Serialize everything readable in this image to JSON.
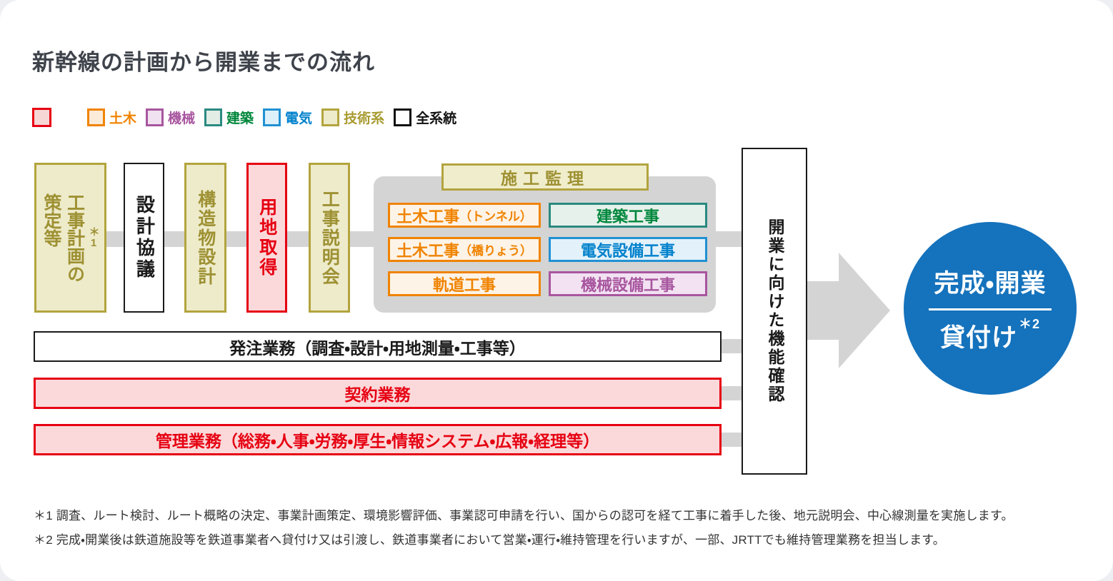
{
  "title": "新幹線の計画から開業までの流れ",
  "colors": {
    "red": "#e60012",
    "red-fill": "#fbd9da",
    "orange": "#f08300",
    "orange-fill": "#fdf3e7",
    "green": "#00873c",
    "teal": "#2a8a80",
    "teal-fill": "#e7f1eb",
    "blue": "#0081cc",
    "blue-border": "#2191d2",
    "blue-fill": "#e2f1fa",
    "purple": "#a8569f",
    "purple-fill": "#f2e2f2",
    "khaki": "#b3a43e",
    "khaki-text": "#9e9133",
    "khaki-fill": "#eeebcb",
    "gray": "#d4d4d4",
    "circle-blue": "#1572bc",
    "ink": "#1a1a1a",
    "title-color": "#3f434b"
  },
  "legend": {
    "items": [
      {
        "label": ""
      },
      {
        "label": "土木"
      },
      {
        "label": "機械"
      },
      {
        "label": "建築"
      },
      {
        "label": "電気"
      },
      {
        "label": "技術系"
      },
      {
        "label": "全系統"
      }
    ]
  },
  "flow": {
    "stage_boxes": [
      {
        "text": "工事計画の\n策定等",
        "note": "＊1"
      },
      {
        "text": "設計協議"
      },
      {
        "text": "構造物設計"
      },
      {
        "text": "用地取得"
      },
      {
        "text": "工事説明会"
      }
    ],
    "supervision_label": "施工監理",
    "work_boxes": [
      {
        "main": "土木工事",
        "sub": "（トンネル）"
      },
      {
        "main": "建築工事",
        "sub": ""
      },
      {
        "main": "土木工事",
        "sub": "（橋りょう）"
      },
      {
        "main": "電気設備工事",
        "sub": ""
      },
      {
        "main": "軌道工事",
        "sub": ""
      },
      {
        "main": "機械設備工事",
        "sub": ""
      }
    ],
    "function_check_label": "開業に向けた機能確認",
    "goal_circle": {
      "line1": "完成・開業",
      "line2": "貸付け",
      "note": "＊2"
    }
  },
  "bars": [
    {
      "text": "発注業務（調査・設計・用地測量・工事等）"
    },
    {
      "text": "契約業務"
    },
    {
      "text": "管理業務（総務・人事・労務・厚生・情報システム・広報・経理等）"
    }
  ],
  "footnotes": {
    "note1": "＊1 調査、ルート検討、ルート概略の決定、事業計画策定、環境影響評価、事業認可申請を行い、国からの認可を経て工事に着手した後、地元説明会、中心線測量を実施します。",
    "note2": "＊2 完成・開業後は鉄道施設等を鉄道事業者へ貸付け又は引渡し、鉄道事業者において営業・運行・維持管理を行いますが、一部、JRTTでも維持管理業務を担当します。"
  }
}
